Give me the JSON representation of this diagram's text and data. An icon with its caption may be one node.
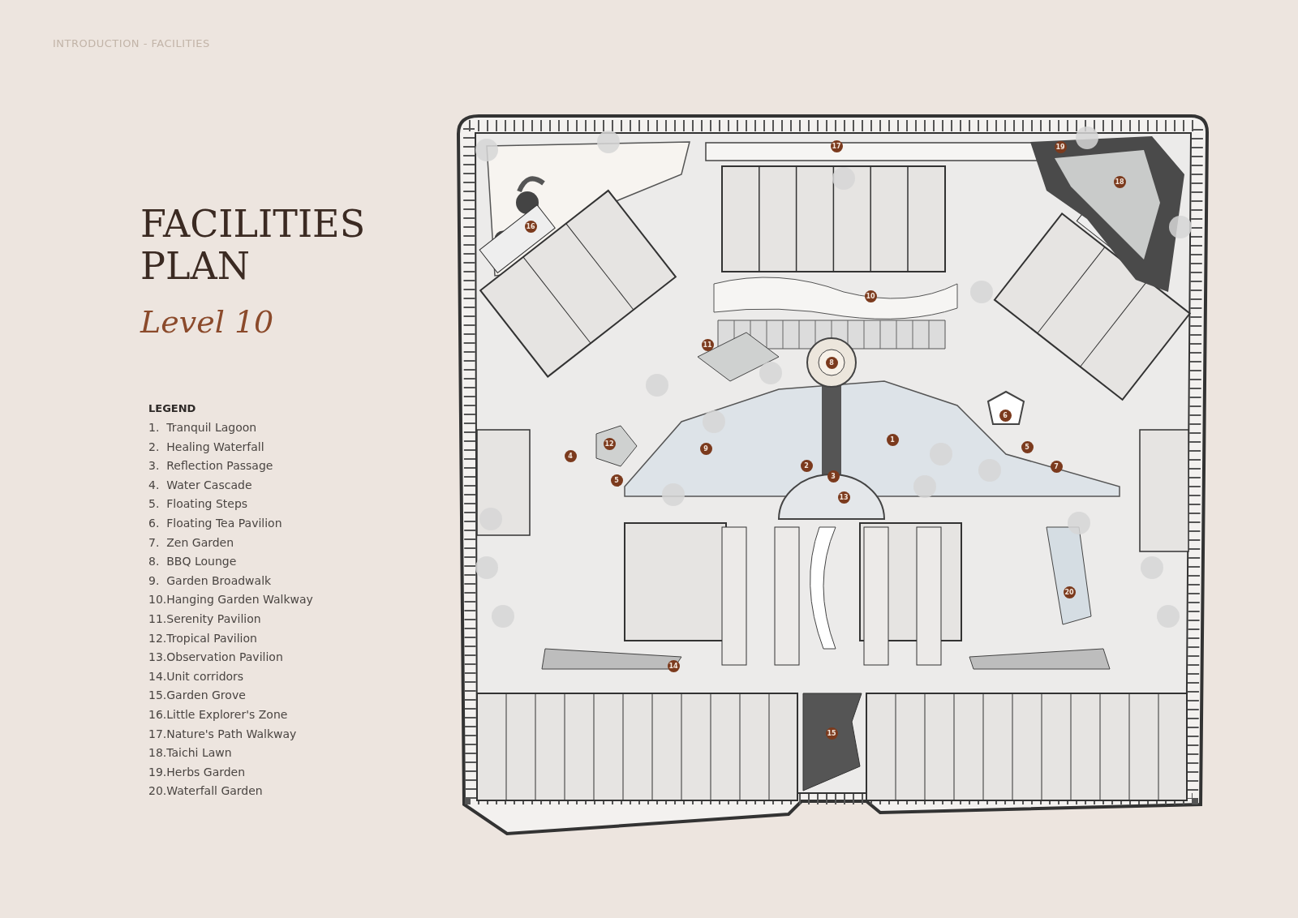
{
  "diagram": {
    "title": "FACILITIES PLAN",
    "labels": [
      "INTRODUCTION - FACILITIES",
      "Level 10",
      "LEGEND",
      "1.  Tranquil Lagoon",
      "2.  Healing Waterfall",
      "3.  Reflection Passage",
      "4.  Water Cascade",
      "5.  Floating Steps",
      "6.  Floating Tea Pavilion",
      "7.  Zen Garden",
      "8.  BBQ Lounge",
      "9.  Garden Broadwalk",
      "10.Hanging Garden Walkway",
      "11.Serenity Pavilion",
      "12.Tropical Pavilion",
      "13.Observation Pavilion",
      "14.Unit corridors",
      "15.Garden Grove",
      "16.Little Explorer's Zone",
      "17.Nature's Path Walkway",
      "18.Taichi Lawn",
      "19.Herbs Garden",
      "20.Waterfall Garden",
      "17",
      "19",
      "18",
      "16",
      "10",
      "11",
      "8",
      "6",
      "1",
      "12",
      "5",
      "9",
      "4",
      "2",
      "3",
      "5",
      "7",
      "13",
      "20",
      "14",
      "15"
    ]
  }
}
